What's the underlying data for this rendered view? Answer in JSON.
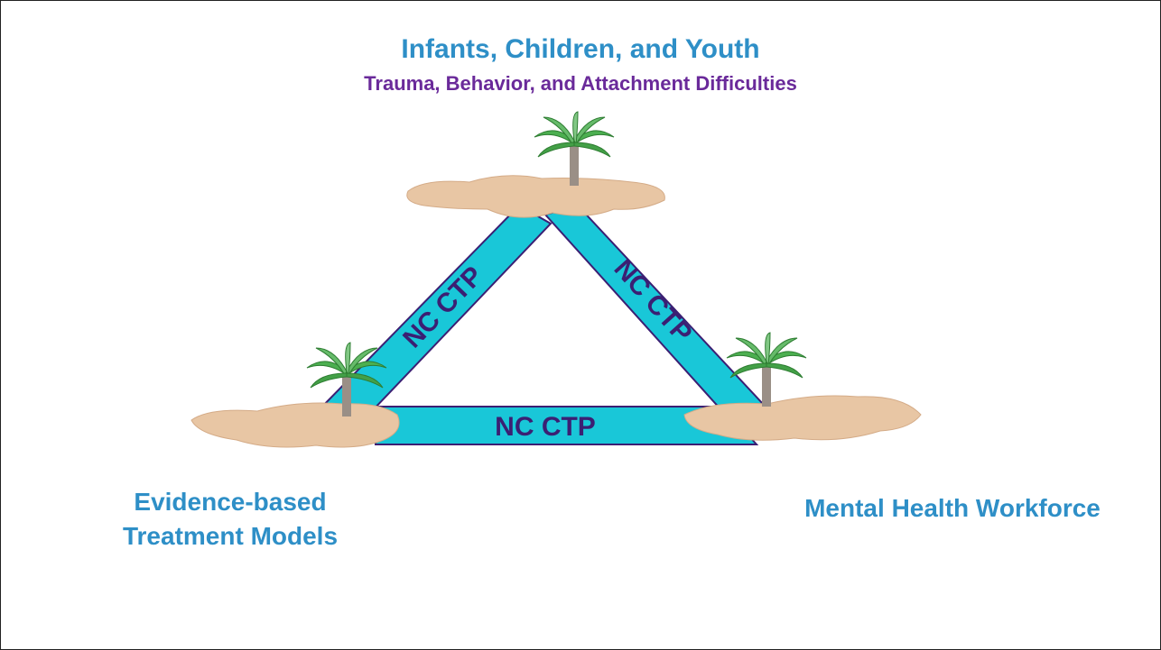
{
  "title": {
    "main": "Infants, Children, and Youth",
    "subtitle": "Trauma, Behavior, and Attachment Difficulties"
  },
  "labels": {
    "left": [
      "Evidence-based",
      "Treatment Models"
    ],
    "right": "Mental Health Workforce"
  },
  "bands": {
    "left": "NC CTP",
    "right": "NC CTP",
    "bottom": "NC CTP"
  },
  "colors": {
    "title": "#2e8fc7",
    "subtitle": "#6a2a9a",
    "band_fill": "#19c7d8",
    "band_text": "#3b1f73",
    "sand": "#e8c6a4",
    "palm_leaf": "#4caf50",
    "trunk": "#9a8f86"
  },
  "icons": {
    "island": "palm-island-icon"
  }
}
